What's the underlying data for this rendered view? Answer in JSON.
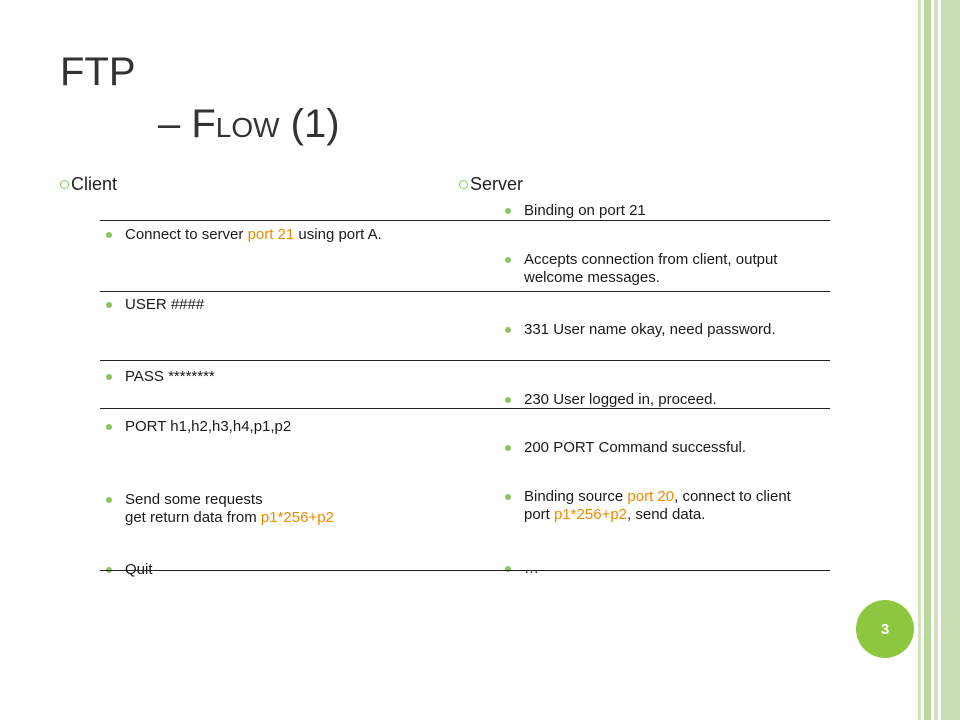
{
  "title": {
    "line1": "FTP",
    "line2": "– Flow (1)"
  },
  "client": {
    "heading": "Client",
    "items": [
      {
        "parts": [
          {
            "text": "Connect to server "
          },
          {
            "text": "port 21",
            "hl": true
          },
          {
            "text": " using port A."
          }
        ]
      },
      {
        "parts": [
          {
            "text": "USER ####"
          }
        ]
      },
      {
        "parts": [
          {
            "text": "PASS ********"
          }
        ]
      },
      {
        "parts": [
          {
            "text": "PORT h1,h2,h3,h4,p1,p2"
          }
        ]
      },
      {
        "parts": [
          {
            "text": "Send some requests"
          },
          {
            "br": true
          },
          {
            "text": "get return data from "
          },
          {
            "text": "p1*256+p2",
            "hl": true
          }
        ]
      },
      {
        "parts": [
          {
            "text": "Quit"
          }
        ]
      }
    ]
  },
  "server": {
    "heading": "Server",
    "items": [
      {
        "parts": [
          {
            "text": "Binding on port 21"
          }
        ]
      },
      {
        "parts": [
          {
            "text": "Accepts connection from client, output welcome messages."
          }
        ]
      },
      {
        "parts": [
          {
            "text": "331 User name okay, need password."
          }
        ]
      },
      {
        "parts": [
          {
            "text": "230 User logged in, proceed."
          }
        ]
      },
      {
        "parts": [
          {
            "text": "200 PORT Command successful."
          }
        ]
      },
      {
        "parts": [
          {
            "text": "Binding source "
          },
          {
            "text": "port 20",
            "hl": true
          },
          {
            "text": ", connect to client port "
          },
          {
            "text": "p1*256+p2",
            "hl": true
          },
          {
            "text": ", send data."
          }
        ]
      },
      {
        "parts": [
          {
            "text": "…"
          }
        ]
      }
    ]
  },
  "page_number": "3",
  "colors": {
    "accent": "#8dc63f",
    "highlight": "#ec8a00",
    "bullet": "#8dc45f"
  }
}
